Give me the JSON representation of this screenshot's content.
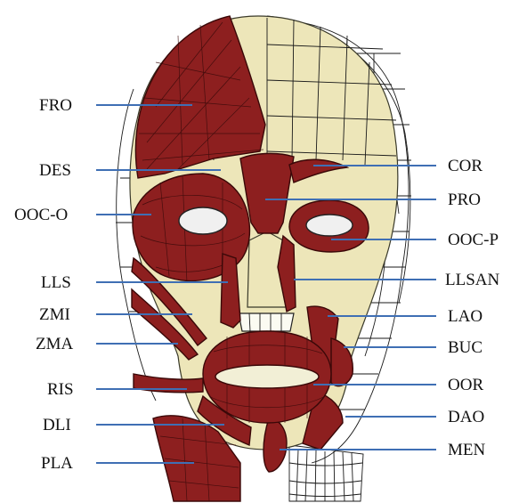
{
  "figure": {
    "labels_left": [
      {
        "id": "fro",
        "text": "FRO"
      },
      {
        "id": "des",
        "text": "DES"
      },
      {
        "id": "ooc-o",
        "text": "OOC-O"
      },
      {
        "id": "lls",
        "text": "LLS"
      },
      {
        "id": "zmi",
        "text": "ZMI"
      },
      {
        "id": "zma",
        "text": "ZMA"
      },
      {
        "id": "ris",
        "text": "RIS"
      },
      {
        "id": "dli",
        "text": "DLI"
      },
      {
        "id": "pla",
        "text": "PLA"
      }
    ],
    "labels_right": [
      {
        "id": "cor",
        "text": "COR"
      },
      {
        "id": "pro",
        "text": "PRO"
      },
      {
        "id": "ooc-p",
        "text": "OOC-P"
      },
      {
        "id": "llsan",
        "text": "LLSAN"
      },
      {
        "id": "lao",
        "text": "LAO"
      },
      {
        "id": "buc",
        "text": "BUC"
      },
      {
        "id": "oor",
        "text": "OOR"
      },
      {
        "id": "dao",
        "text": "DAO"
      },
      {
        "id": "men",
        "text": "MEN"
      }
    ],
    "colors": {
      "muscle": "#8d1f1f",
      "skull": "#ede6b9",
      "leader_line": "#3f6fb4",
      "wireframe": "#1a1a1a"
    }
  }
}
